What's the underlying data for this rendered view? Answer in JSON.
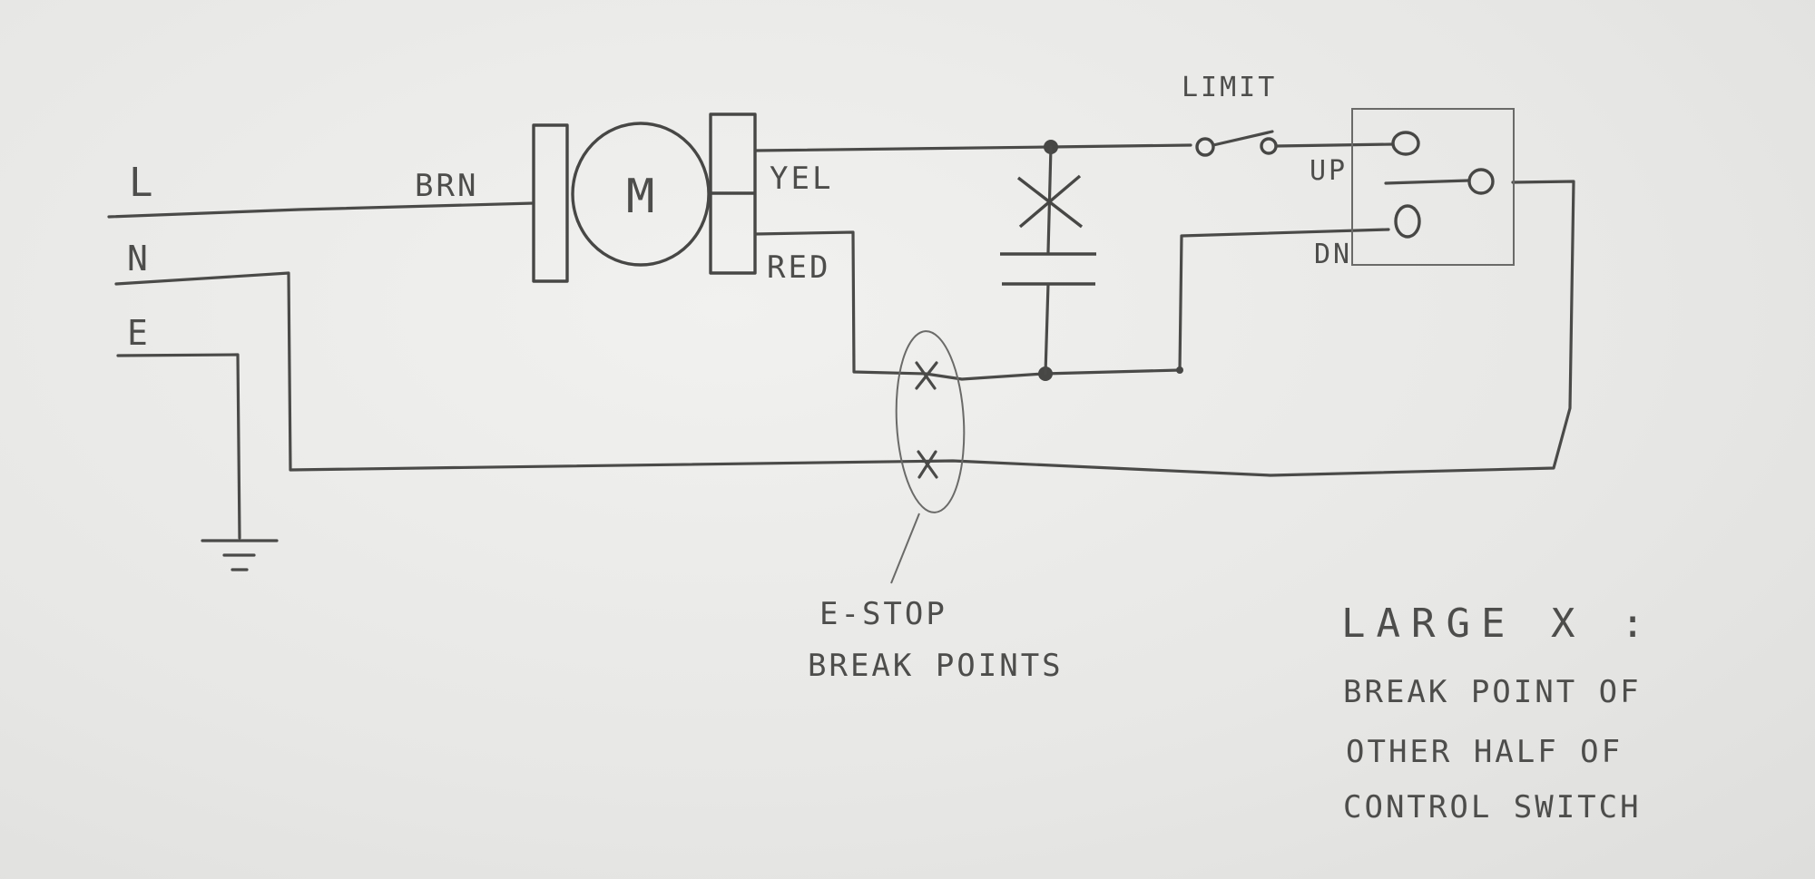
{
  "diagram": {
    "supply": {
      "line": "L",
      "neutral": "N",
      "earth": "E"
    },
    "motor": {
      "symbol": "M",
      "wire_brown": "BRN",
      "wire_yellow": "YEL",
      "wire_red": "RED"
    },
    "limit_switch": {
      "label": "LIMIT"
    },
    "control_switch": {
      "up": "UP",
      "down": "DN"
    },
    "estop_note": {
      "line1": "E-STOP",
      "line2": "BREAK POINTS"
    },
    "legend": {
      "title": "LARGE X :",
      "line1": "BREAK POINT OF",
      "line2": "OTHER HALF OF",
      "line3": "CONTROL SWITCH"
    }
  }
}
